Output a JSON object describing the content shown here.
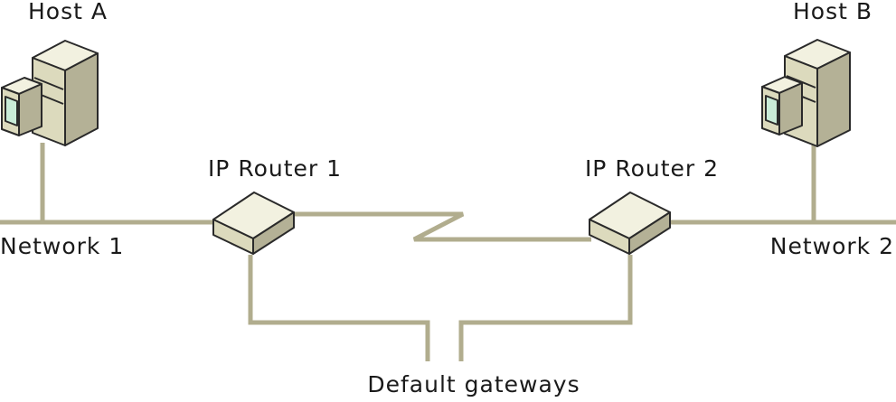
{
  "labels": {
    "host_a": "Host A",
    "host_b": "Host B",
    "router_1": "IP Router 1",
    "router_2": "IP Router 2",
    "network_1": "Network 1",
    "network_2": "Network 2",
    "default_gateways": "Default gateways"
  },
  "colors": {
    "background": "#ffffff",
    "line": "#b1ad8e",
    "device_light": "#f2f1e0",
    "device_mid": "#dcdabd",
    "device_dark": "#b4b196",
    "screen": "#c9ecd8",
    "outline": "#2a2a2a"
  }
}
